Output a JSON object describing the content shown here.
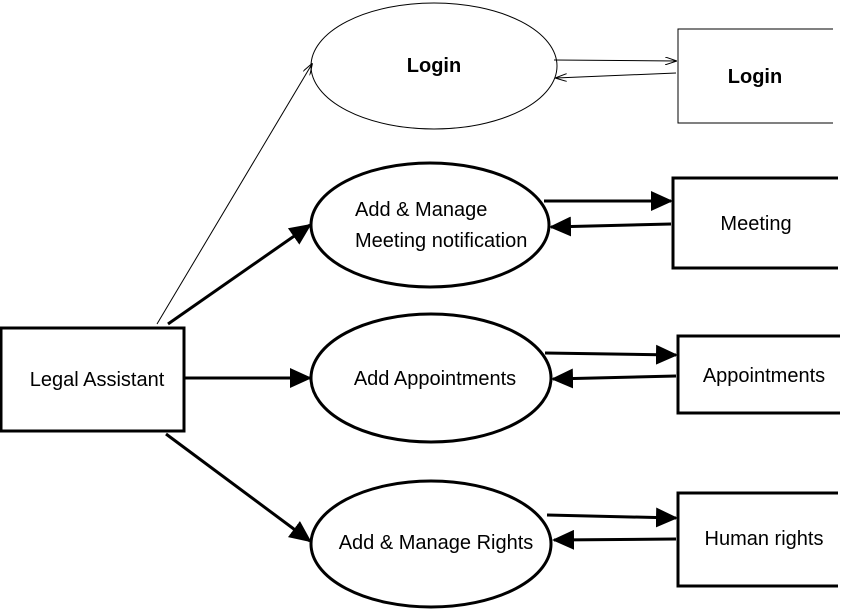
{
  "diagram": {
    "actor": {
      "label": "Legal Assistant"
    },
    "processes": {
      "login": "Login",
      "meeting_line1": "Add & Manage",
      "meeting_line2": "Meeting notification",
      "appointments": "Add Appointments",
      "rights": "Add & Manage Rights"
    },
    "stores": {
      "login": "Login",
      "meeting": "Meeting",
      "appointments": "Appointments",
      "human_rights": "Human rights"
    }
  }
}
